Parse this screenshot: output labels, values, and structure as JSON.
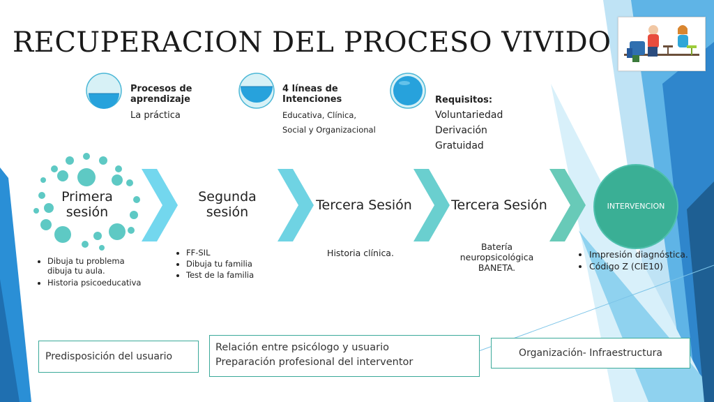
{
  "title": "RECUPERACION DEL PROCESO VIVIDO",
  "illustration": {
    "icon": "therapy-session-illustration-icon"
  },
  "top_items": [
    {
      "fill": 0.35,
      "title": "Procesos de aprendizaje",
      "lines": [
        "La práctica"
      ]
    },
    {
      "fill": 0.6,
      "title": "4 líneas de Intenciones",
      "lines": [
        "Educativa, Clínica,",
        "Social y Organizacional"
      ]
    },
    {
      "fill": 1.0,
      "title": "Requisitos:",
      "lines": [
        "Voluntariedad",
        "Derivación",
        "Gratuidad"
      ]
    }
  ],
  "sessions": [
    {
      "label": "Primera sesión",
      "bullets": [
        "Dibuja tu problema dibuja tu aula.",
        "Historia psicoeducativa"
      ]
    },
    {
      "label": "Segunda sesión",
      "bullets": [
        "FF-SIL",
        "Dibuja tu familia",
        "Test de la familia"
      ]
    },
    {
      "label": "Tercera Sesión",
      "text": "Historia clínica."
    },
    {
      "label": "Tercera Sesión",
      "text": "Batería neuropsicológica BANETA."
    },
    {
      "label": "INTERVENCION",
      "bullets": [
        "Impresión diagnóstica.",
        "Código Z (CIE10)"
      ]
    }
  ],
  "bottom_boxes": [
    {
      "lines": [
        "Predisposición del usuario"
      ]
    },
    {
      "lines": [
        "Relación entre psicólogo y usuario",
        "Preparación profesional del interventor"
      ]
    },
    {
      "lines": [
        "Organización- Infraestructura"
      ]
    }
  ],
  "colors": {
    "teal": "#5ec9c4",
    "deep_teal": "#3aa999",
    "blue": "#2a8fd6",
    "dark_blue": "#1f5f92"
  }
}
